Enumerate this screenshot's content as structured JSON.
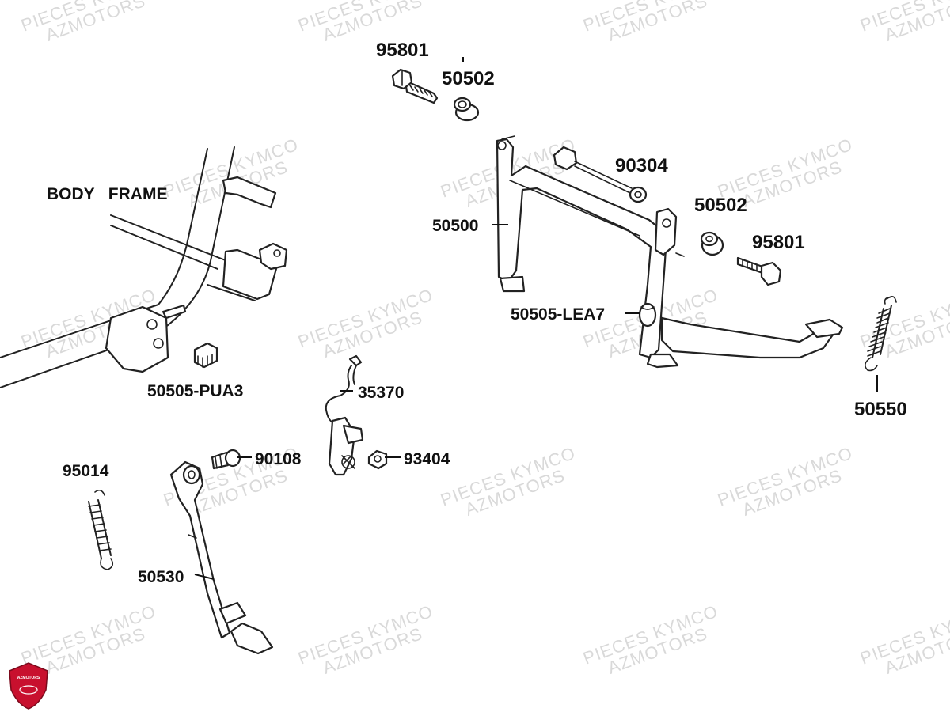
{
  "watermark": {
    "line1": "PIECES KYMCO",
    "line2": "AZMOTORS"
  },
  "diagram_title": "BODY   FRAME",
  "parts": [
    {
      "id": "p95801a",
      "ref": "95801"
    },
    {
      "id": "p50502a",
      "ref": "50502"
    },
    {
      "id": "p90304",
      "ref": "90304"
    },
    {
      "id": "p50502b",
      "ref": "50502"
    },
    {
      "id": "p95801b",
      "ref": "95801"
    },
    {
      "id": "p50500",
      "ref": "50500"
    },
    {
      "id": "p50505lea7",
      "ref": "50505-LEA7"
    },
    {
      "id": "p50550",
      "ref": "50550"
    },
    {
      "id": "p35370",
      "ref": "35370"
    },
    {
      "id": "p50505pua3",
      "ref": "50505-PUA3"
    },
    {
      "id": "p90108",
      "ref": "90108"
    },
    {
      "id": "p93404",
      "ref": "93404"
    },
    {
      "id": "p95014",
      "ref": "95014"
    },
    {
      "id": "p50530",
      "ref": "50530"
    }
  ],
  "logo": {
    "text": "AZMOTORS",
    "color": "#c8102e"
  }
}
